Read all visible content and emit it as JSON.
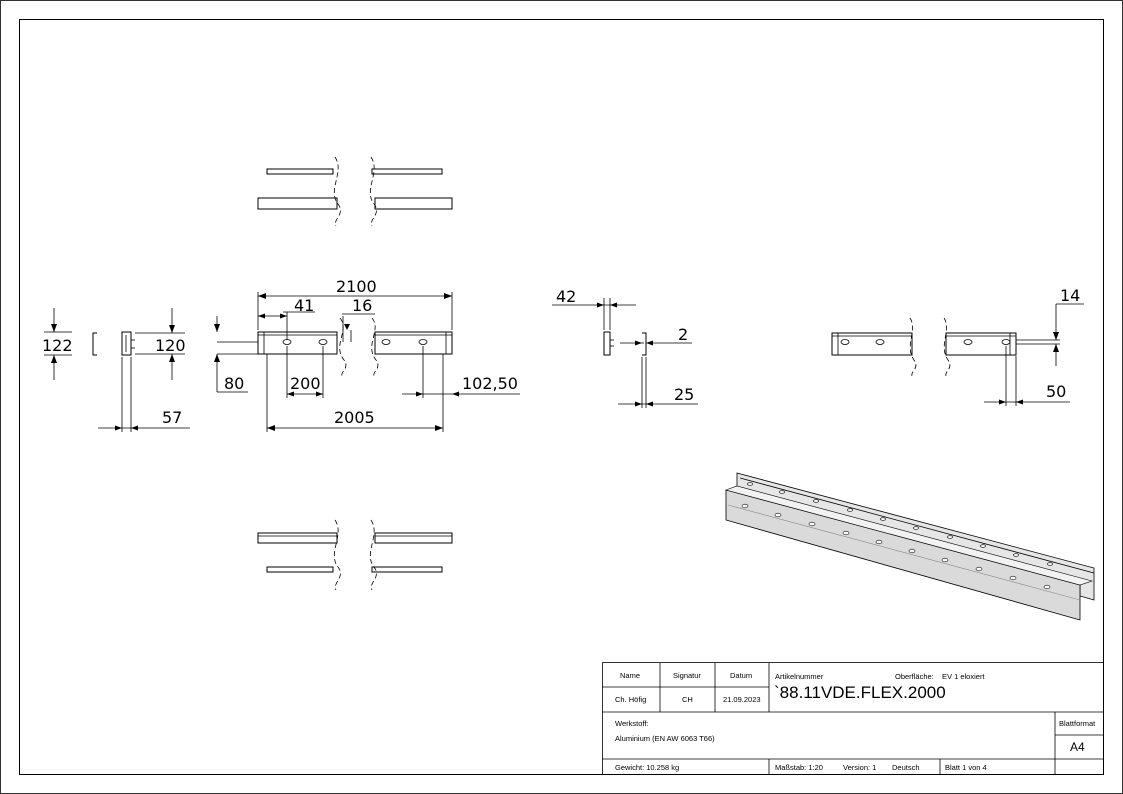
{
  "dimensions": {
    "overall_length": "2100",
    "hole_offset": "41",
    "hole_width": "16",
    "height_outer": "122",
    "height_inner": "120",
    "hole_height_pos": "80",
    "hole_pitch": "200",
    "end_offset": "102,50",
    "hole_span": "2005",
    "width": "57",
    "detail_42": "42",
    "detail_2": "2",
    "detail_25": "25",
    "detail_14": "14",
    "detail_50": "50"
  },
  "title_block": {
    "name_header": "Name",
    "signature_header": "Signatur",
    "date_header": "Datum",
    "name": "Ch. Höfig",
    "signature": "CH",
    "date": "21.09.2023",
    "article_label": "Artikelnummer",
    "surface_label": "Oberfläche:",
    "surface_value": "EV 1 eloxiert",
    "article_number": "`88.11VDE.FLEX.2000",
    "material_label": "Werkstoff:",
    "material_value": "Aluminium (EN AW 6063 T66)",
    "sheet_format_label": "Blattformat",
    "sheet_format_value": "A4",
    "weight": "Gewicht: 10.258 kg",
    "scale": "Maßstab: 1:20",
    "version": "Version: 1",
    "language": "Deutsch",
    "sheet": "Blatt 1 von 4"
  }
}
